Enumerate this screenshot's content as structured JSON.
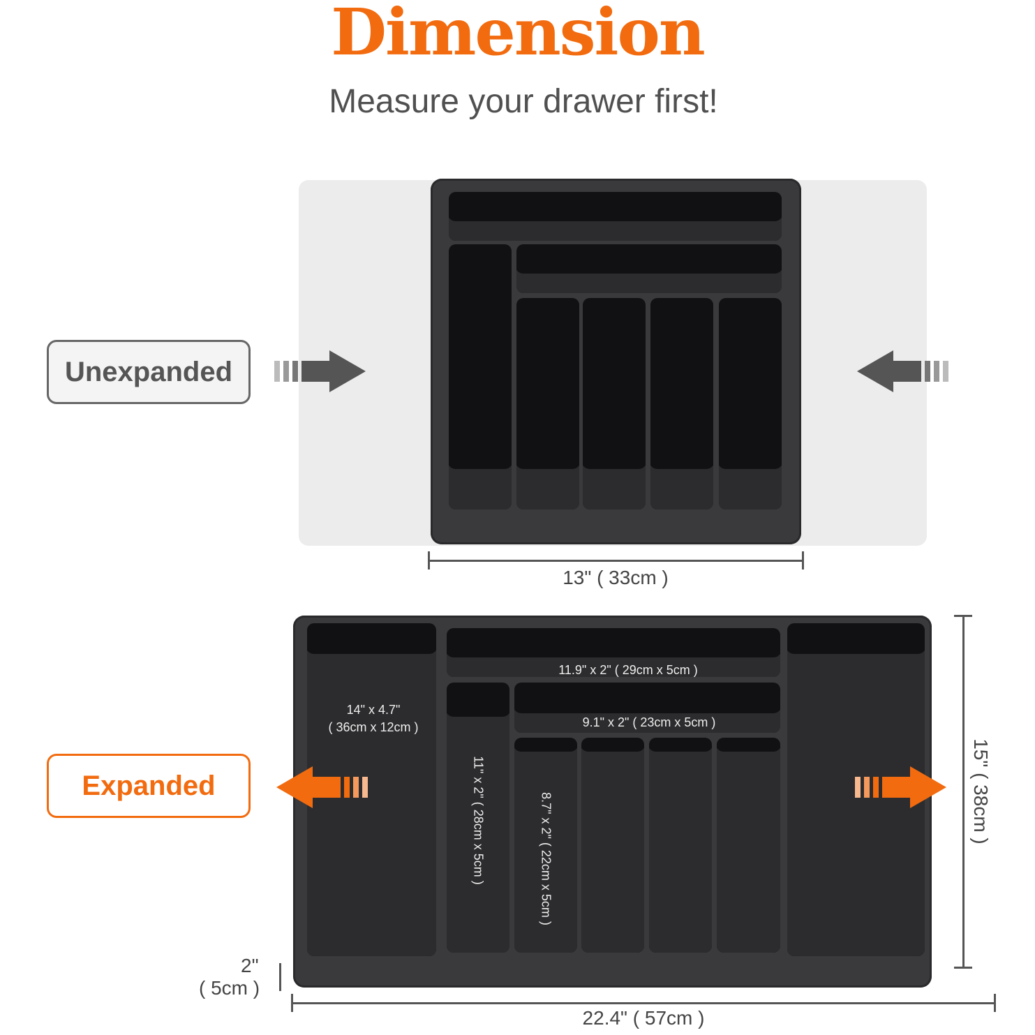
{
  "header": {
    "title": "Dimension",
    "subtitle": "Measure your drawer first!"
  },
  "colors": {
    "accent": "#f26b0f",
    "tray": "#3a3a3c",
    "gray": "#555555"
  },
  "unexpanded": {
    "label": "Unexpanded",
    "width_label": "13\" ( 33cm )"
  },
  "expanded": {
    "label": "Expanded",
    "width_label": "22.4\" ( 57cm )",
    "depth_label": "15\" ( 38cm )",
    "height_label_in": "2\"",
    "height_label_cm": "( 5cm )",
    "compartments": {
      "top": "11.9\" x 2\" ( 29cm x 5cm )",
      "middle": "9.1\" x 2\" ( 23cm x 5cm )",
      "side_in": "14\" x 4.7\"",
      "side_cm": "( 36cm x 12cm )",
      "left_tall": "11\" x 2\" ( 28cm x 5cm )",
      "small": "8.7\" x 2\" ( 22cm x 5cm )"
    }
  }
}
